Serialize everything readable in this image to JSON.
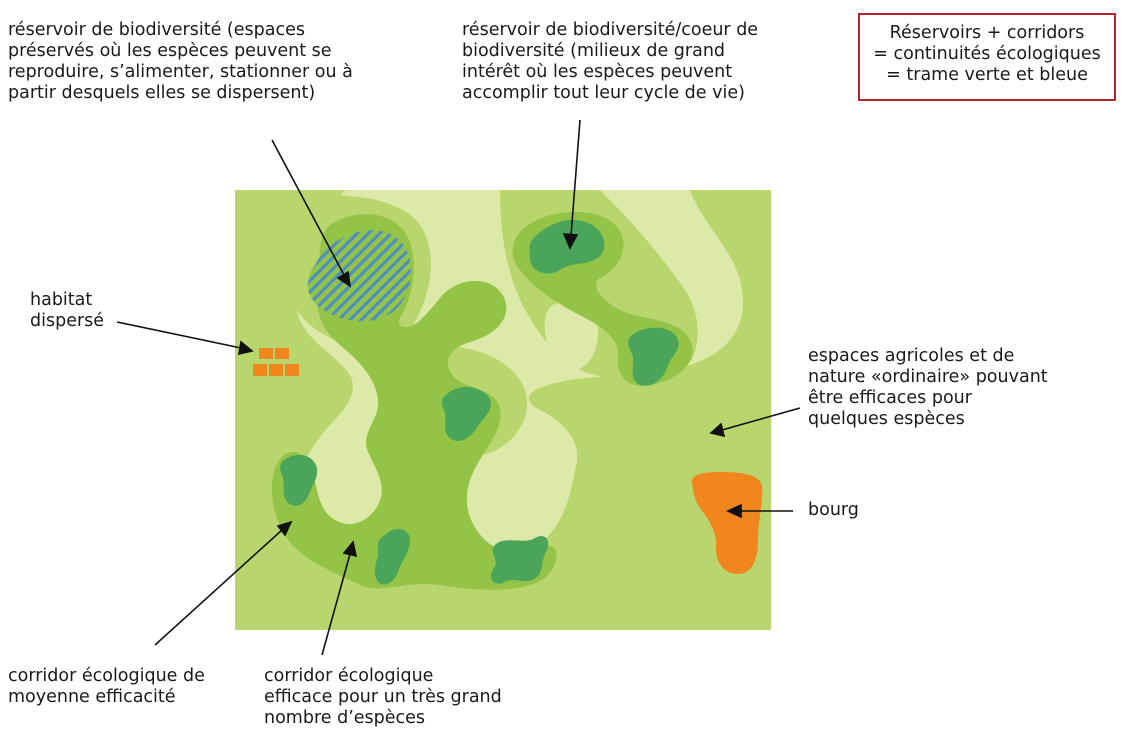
{
  "labels": {
    "reservoir_left": "réservoir de biodiversité (espaces\npréservés où les espèces peuvent  se\nreproduire, s’alimenter, stationner ou à\npartir desquels elles se dispersent)",
    "reservoir_right": "réservoir de biodiversité/coeur de\nbiodiversité  (milieux de grand\nintérêt où les espèces peuvent\naccomplir tout leur cycle de vie)",
    "habitat": "habitat\ndispersé",
    "agricole": "espaces agricoles et de\nnature «ordinaire» pouvant\nêtre efficaces pour\nquelques espèces",
    "bourg": "bourg",
    "corridor_moyen": "corridor écologique de\nmoyenne efficacité",
    "corridor_efficace": "corridor écologique\nefficace pour un très grand\nnombre d’espèces"
  },
  "legend": {
    "line1": "Réservoirs + corridors",
    "line2": "= continuités écologiques",
    "line3": "= trame verte et bleue"
  },
  "colors": {
    "light_green": "#dde9a8",
    "mid_green": "#b9d66e",
    "corridor_green": "#94c447",
    "core_green": "#4aa55b",
    "hatch_blue": "#4f8fbf",
    "orange": "#f2861e",
    "frame_red": "#b2232a"
  }
}
